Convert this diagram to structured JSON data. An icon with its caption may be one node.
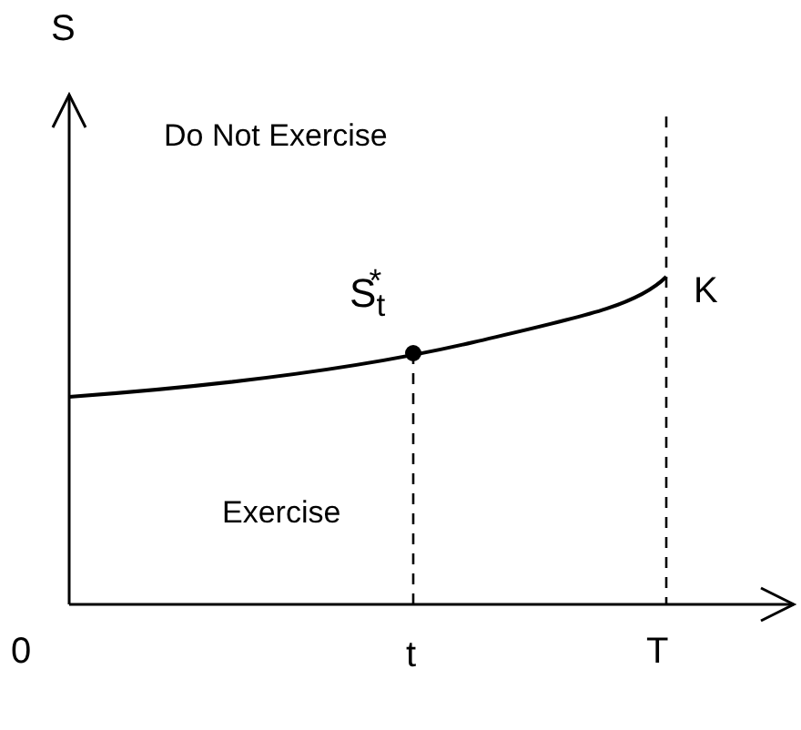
{
  "diagram": {
    "labels": [
      "S",
      "Do Not Exercise",
      "K",
      "S$_{t}$$^{*}$",
      "Exercise",
      "0",
      "t",
      "T"
    ]
  }
}
